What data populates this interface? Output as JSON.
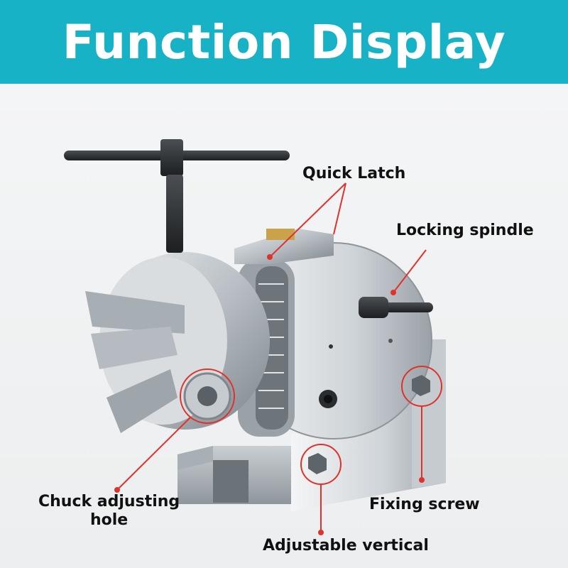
{
  "header": {
    "title": "Function Display"
  },
  "labels": {
    "quick_latch": "Quick Latch",
    "locking_spindle": "Locking spindle",
    "chuck_adjusting_line1": "Chuck adjusting",
    "chuck_adjusting_line2": "hole",
    "fixing_screw": "Fixing screw",
    "adjustable_vertical": "Adjustable vertical"
  },
  "colors": {
    "banner": "#17b2c6",
    "callout_line": "#e0322b",
    "text": "#111111"
  }
}
